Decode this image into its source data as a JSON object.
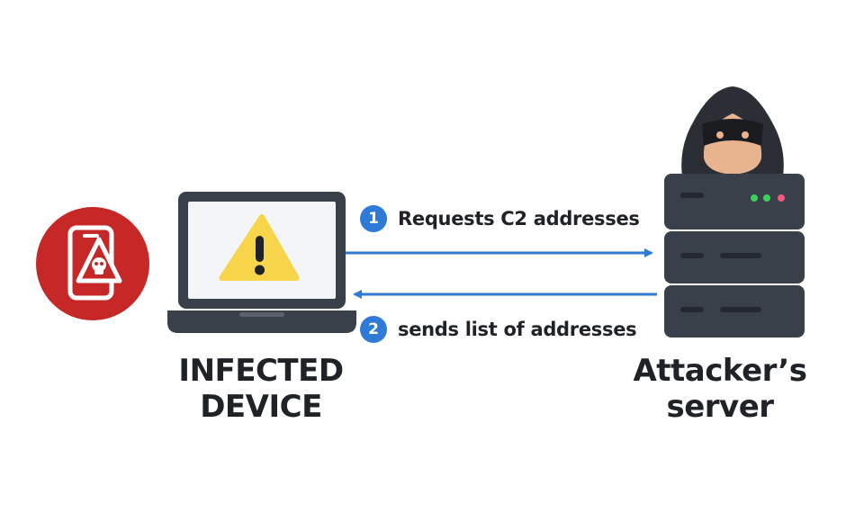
{
  "infected_device": {
    "label_line1": "INFECTED",
    "label_line2": "DEVICE"
  },
  "attacker_server": {
    "label_line1": "Attacker’s",
    "label_line2": "server"
  },
  "steps": [
    {
      "number": "1",
      "text": "Requests C2 addresses",
      "direction": "to-server"
    },
    {
      "number": "2",
      "text": "sends list of addresses",
      "direction": "to-device"
    }
  ],
  "icons": {
    "phone": "infected-phone-icon",
    "warning": "warning-icon",
    "skull": "skull-icon",
    "hacker": "hacker-icon",
    "server": "server-rack-icon"
  },
  "colors": {
    "phone_badge": "#c62828",
    "warning": "#f6d54a",
    "arrow": "#2f7ad6",
    "device_dark": "#3a4049",
    "screen": "#f4f5f7",
    "led_green": "#3ecf5e",
    "led_pink": "#ef5b7f"
  }
}
